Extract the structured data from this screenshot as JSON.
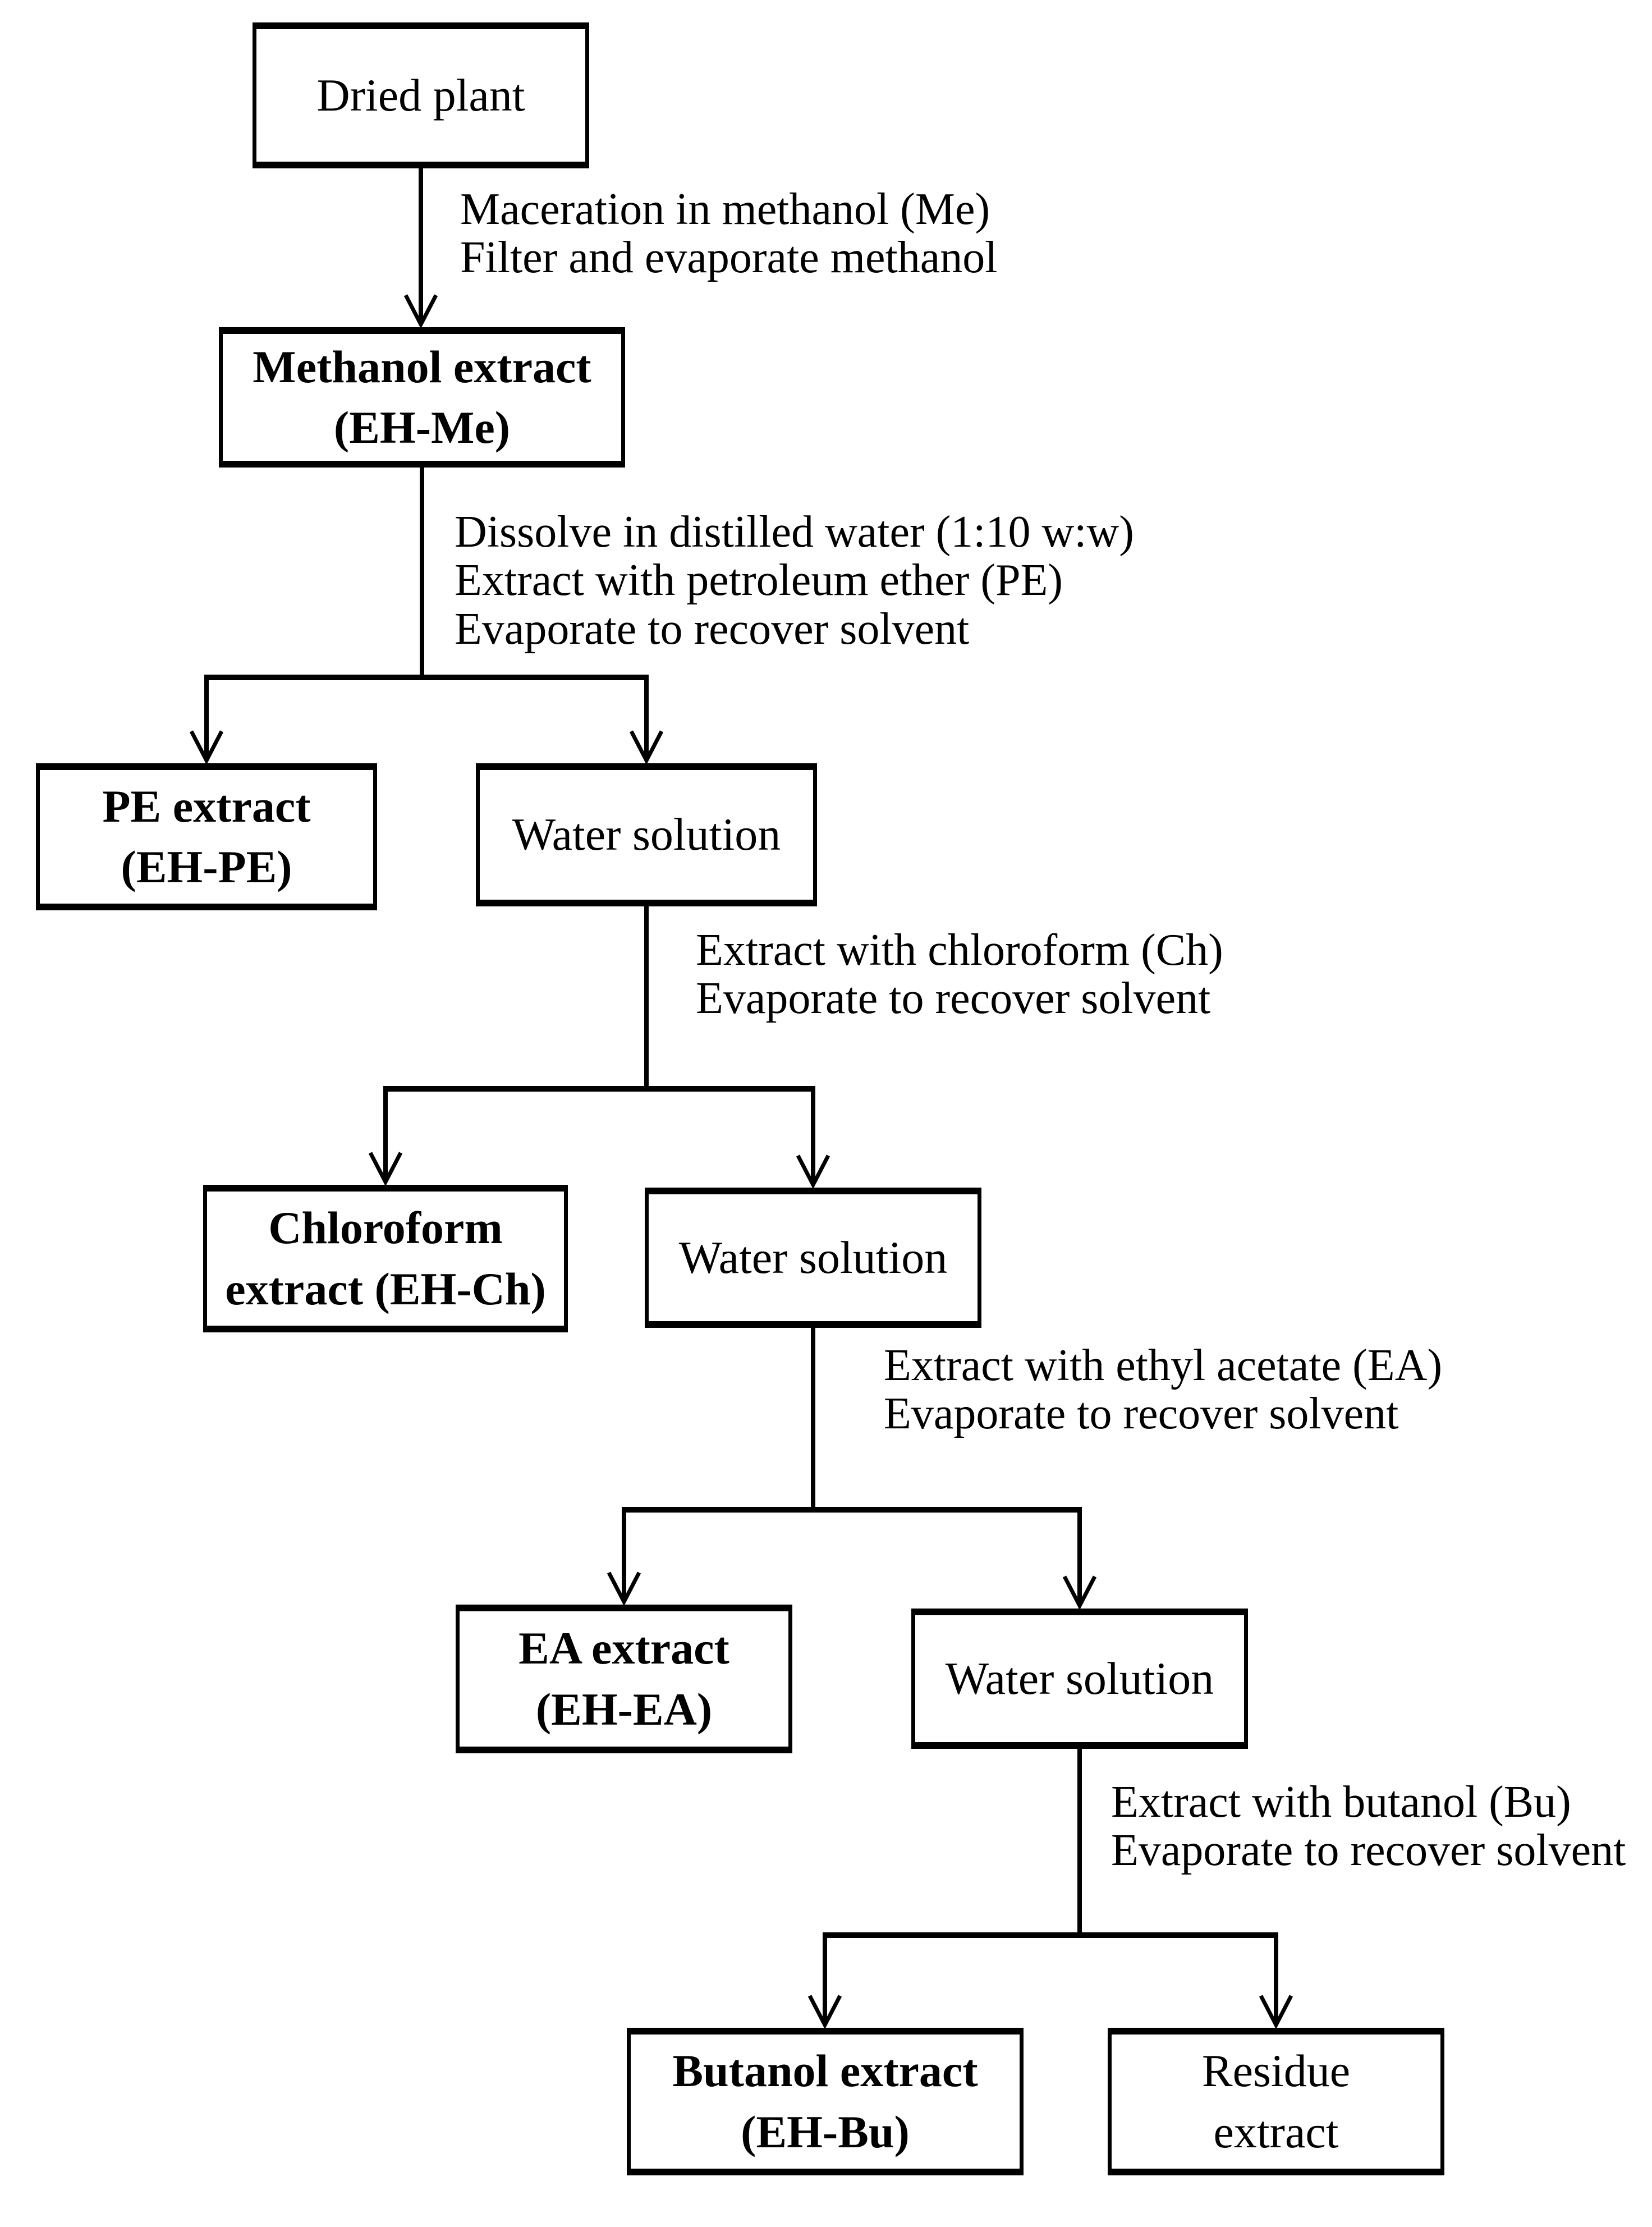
{
  "figure": {
    "colors": {
      "ink": "#000000",
      "background": "#ffffff"
    },
    "nodes": {
      "dried_plant": {
        "label": "Dried plant"
      },
      "methanol_extract": {
        "line1": "Methanol extract",
        "line2": "(EH-Me)"
      },
      "pe_extract": {
        "line1": "PE extract",
        "line2": "(EH-PE)"
      },
      "water_solution_1": {
        "label": "Water solution"
      },
      "chloroform_extract": {
        "line1": "Chloroform",
        "line2": "extract (EH-Ch)"
      },
      "water_solution_2": {
        "label": "Water solution"
      },
      "ea_extract": {
        "line1": "EA extract",
        "line2": "(EH-EA)"
      },
      "water_solution_3": {
        "label": "Water solution"
      },
      "butanol_extract": {
        "line1": "Butanol extract",
        "line2": "(EH-Bu)"
      },
      "residue_extract": {
        "line1": "Residue",
        "line2": "extract"
      }
    },
    "steps": {
      "maceration": {
        "line1": "Maceration in methanol (Me)",
        "line2": "Filter and evaporate methanol"
      },
      "petroleum": {
        "line1": "Dissolve in distilled water (1:10 w:w)",
        "line2": "Extract with petroleum ether (PE)",
        "line3": "Evaporate to recover solvent"
      },
      "chloroform": {
        "line1": "Extract with chloroform (Ch)",
        "line2": "Evaporate to recover solvent"
      },
      "ethyl_acetate": {
        "line1": "Extract with ethyl acetate (EA)",
        "line2": "Evaporate to recover solvent"
      },
      "butanol": {
        "line1": "Extract with butanol (Bu)",
        "line2": "Evaporate to recover solvent"
      }
    }
  }
}
